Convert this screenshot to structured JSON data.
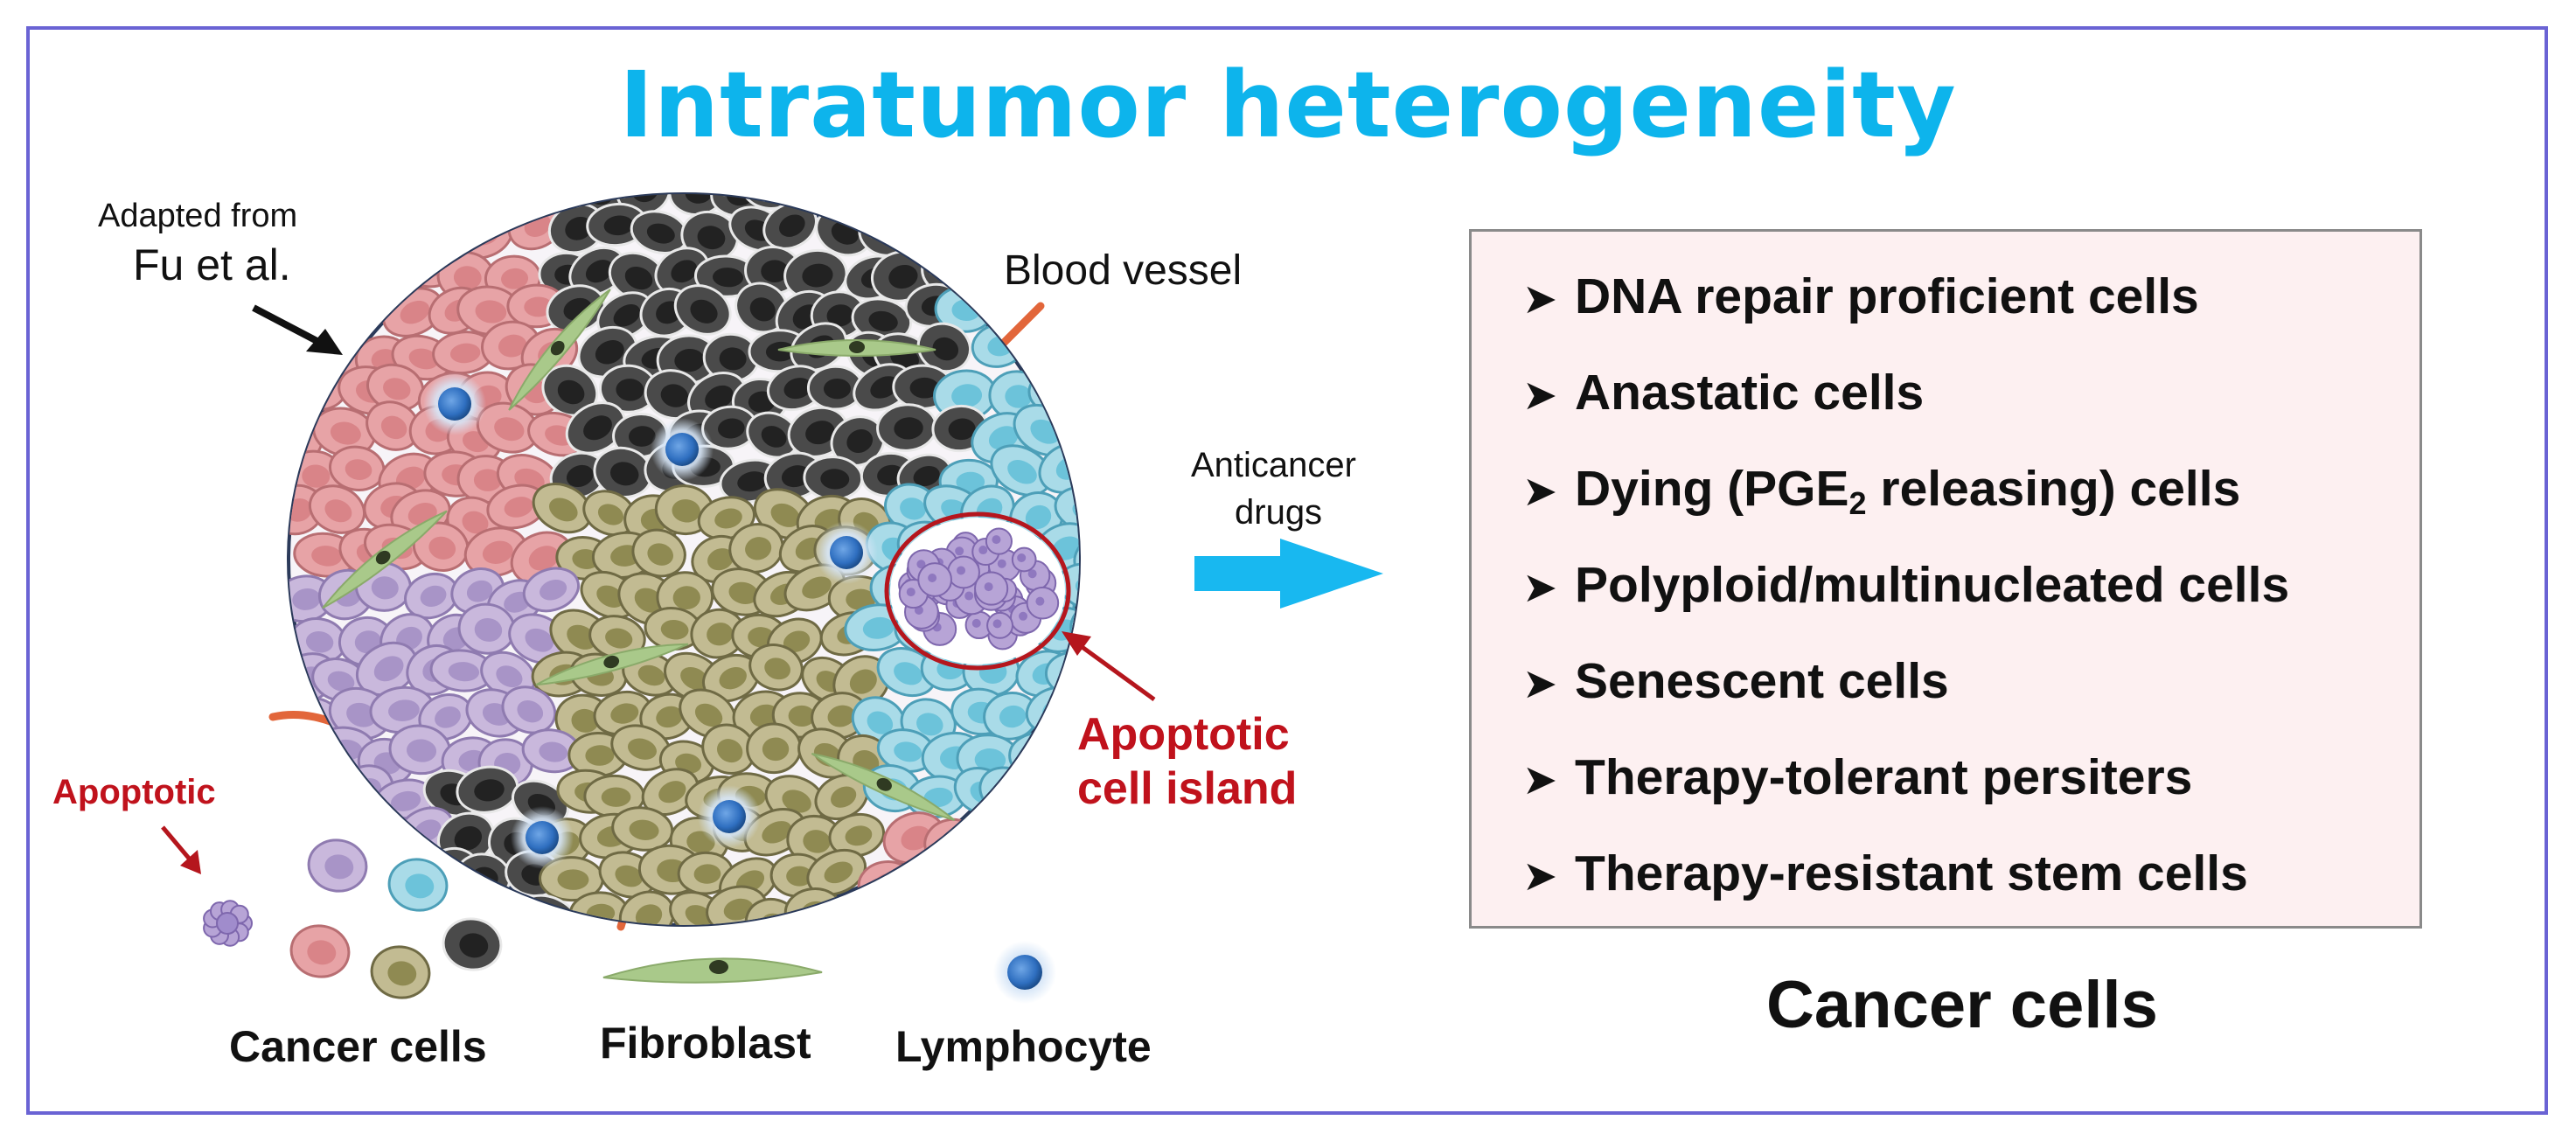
{
  "title": "Intratumor heterogeneity",
  "attribution": {
    "line1": "Adapted from",
    "line2": "Fu et al."
  },
  "labels": {
    "blood_vessel": "Blood vessel",
    "drugs_line1": "Anticancer",
    "drugs_line2": "drugs",
    "apoptotic_island_line1": "Apoptotic",
    "apoptotic_island_line2": "cell island",
    "apoptotic": "Apoptotic"
  },
  "legend": {
    "cancer_cells": "Cancer cells",
    "fibroblast": "Fibroblast",
    "lymphocyte": "Lymphocyte"
  },
  "cell_types": {
    "items": [
      {
        "text": "DNA repair proficient cells"
      },
      {
        "text": "Anastatic cells"
      },
      {
        "pre": "Dying (PGE",
        "sub": "2",
        "post": " releasing) cells"
      },
      {
        "text": "Polyploid/multinucleated cells"
      },
      {
        "text": "Senescent cells"
      },
      {
        "text": "Therapy-tolerant persiters"
      },
      {
        "text": "Therapy-resistant stem cells"
      }
    ],
    "caption": "Cancer cells"
  },
  "colors": {
    "title": "#0db4ec",
    "frame": "#6a63d4",
    "apoptotic_label": "#c0121c",
    "drug_arrow": "#18b8f0",
    "box_background": "#fdf0f1",
    "cell_pink": "#e7a3a6",
    "cell_gray": "#4a4a4a",
    "cell_purple": "#c9b8dc",
    "cell_olive": "#c2bb92",
    "cell_cyan": "#a9dbe8",
    "fibroblast": "#a9c98a",
    "lymphocyte": "#2f6fc0"
  },
  "icons": {
    "list_bullet": "chevron-arrow-icon",
    "drug_arrow": "right-arrow-icon",
    "pointer": "black-arrow-icon"
  }
}
